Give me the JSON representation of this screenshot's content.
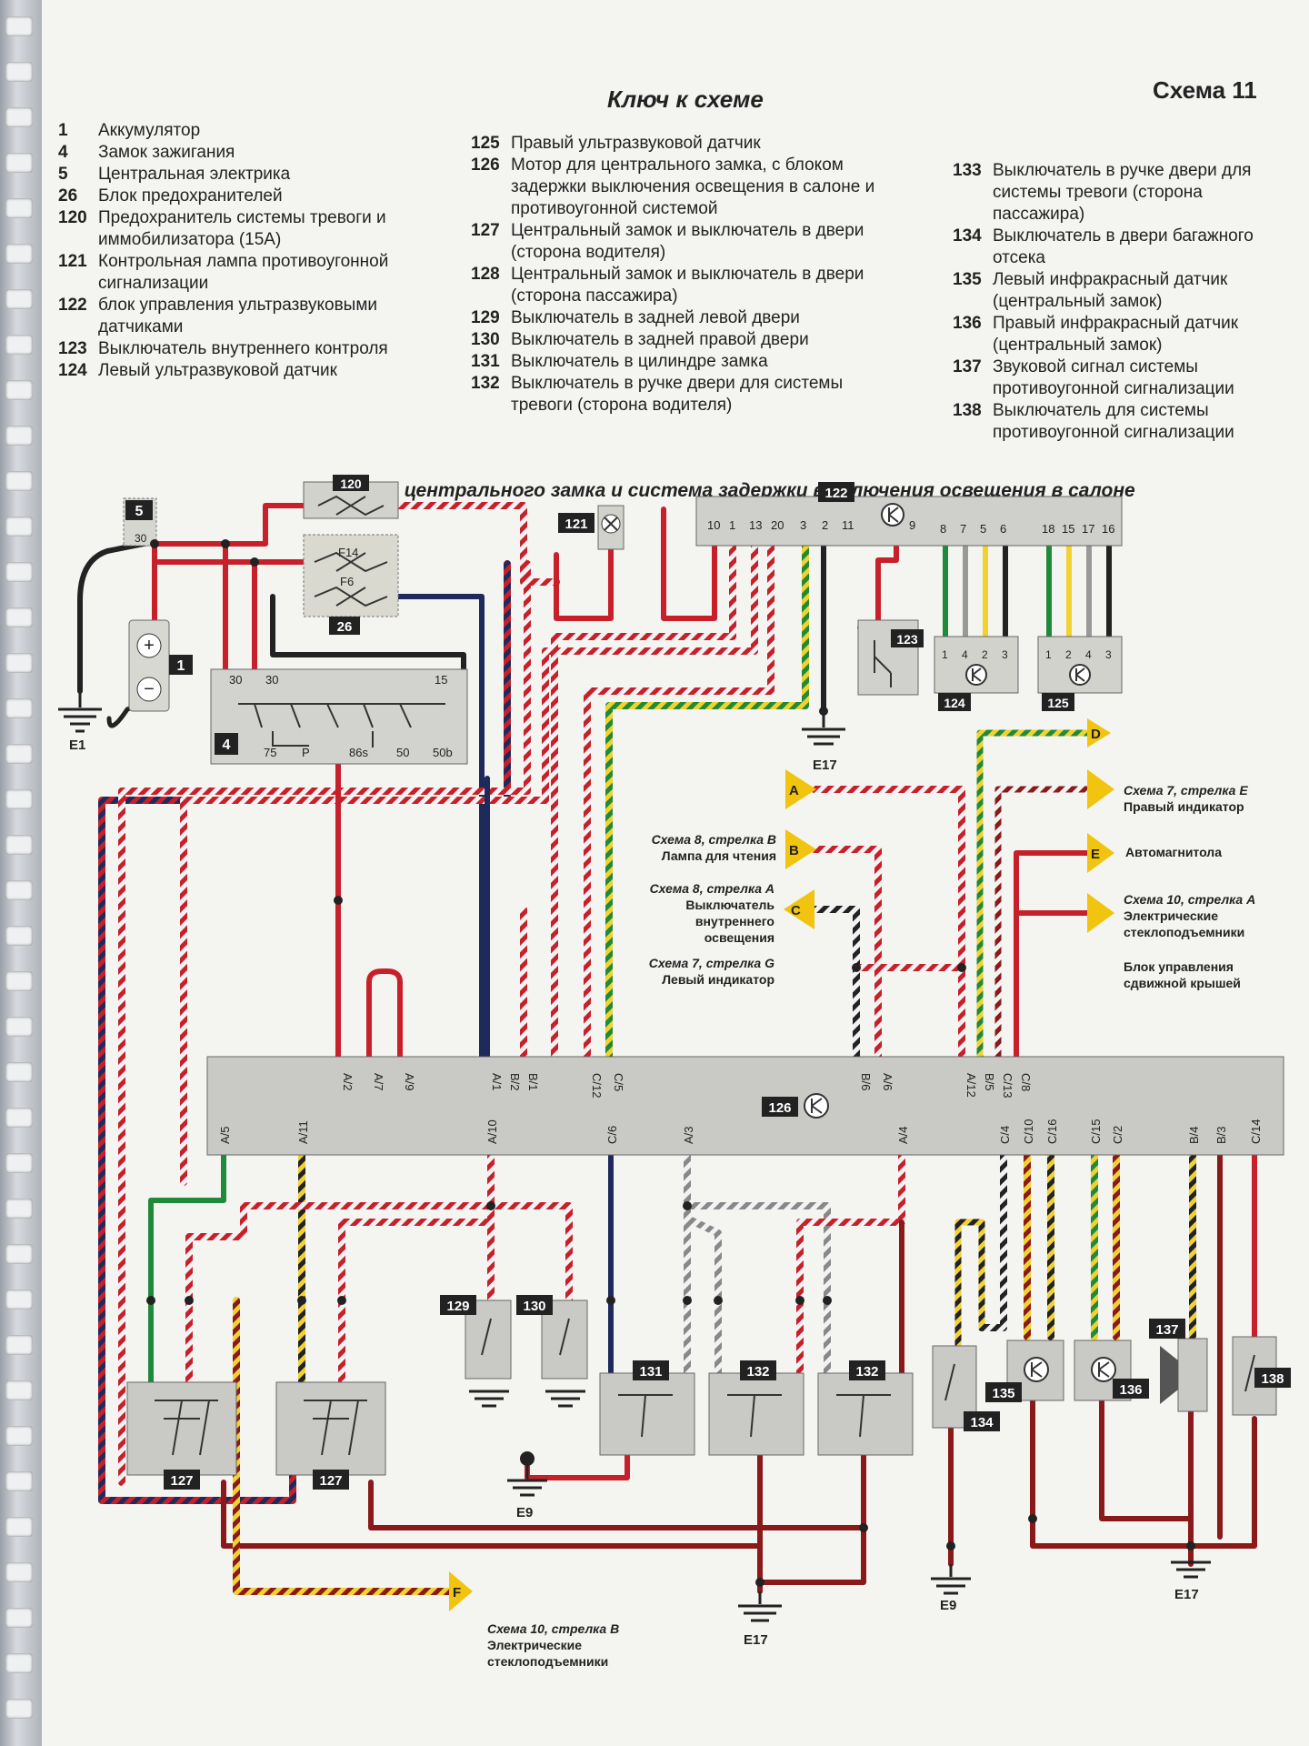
{
  "header": {
    "title": "Ключ к схеме",
    "scheme": "Схема 11"
  },
  "legend": {
    "col1": [
      {
        "num": "1",
        "text": "Аккумулятор"
      },
      {
        "num": "4",
        "text": "Замок зажигания"
      },
      {
        "num": "5",
        "text": "Центральная электрика"
      },
      {
        "num": "26",
        "text": "Блок предохранителей"
      },
      {
        "num": "120",
        "text": "Предохранитель системы тревоги и иммобилизатора (15A)"
      },
      {
        "num": "121",
        "text": "Контрольная лампа противоугонной сигнализации"
      },
      {
        "num": "122",
        "text": "блок управления ультразвуковыми датчиками"
      },
      {
        "num": "123",
        "text": "Выключатель внутреннего контроля"
      },
      {
        "num": "124",
        "text": "Левый ультразвуковой датчик"
      }
    ],
    "col2": [
      {
        "num": "125",
        "text": "Правый ультразвуковой датчик"
      },
      {
        "num": "126",
        "text": "Мотор для центрального замка, с блоком задержки выключения освещения в салоне и противоугонной системой"
      },
      {
        "num": "127",
        "text": "Центральный замок и выключатель в двери (сторона водителя)"
      },
      {
        "num": "128",
        "text": "Центральный замок и выключатель в двери (сторона пассажира)"
      },
      {
        "num": "129",
        "text": "Выключатель в задней левой двери"
      },
      {
        "num": "130",
        "text": "Выключатель в задней правой двери"
      },
      {
        "num": "131",
        "text": "Выключатель в цилиндре замка"
      },
      {
        "num": "132",
        "text": "Выключатель в ручке двери для системы тревоги (сторона водителя)"
      }
    ],
    "col3": [
      {
        "num": "133",
        "text": "Выключатель в ручке двери для системы тревоги (сторона пассажира)"
      },
      {
        "num": "134",
        "text": "Выключатель в двери багажного отсека"
      },
      {
        "num": "135",
        "text": "Левый инфракрасный датчик (центральный замок)"
      },
      {
        "num": "136",
        "text": "Правый инфракрасный датчик (центральный замок)"
      },
      {
        "num": "137",
        "text": "Звуковой сигнал системы противоугонной сигнализации"
      },
      {
        "num": "138",
        "text": "Выключатель для системы противоугонной сигнализации"
      }
    ]
  },
  "diagram": {
    "title": "Система центрального замка и система задержки выключения освещения в салоне",
    "components": {
      "c1": "1",
      "c4": "4",
      "c5": "5",
      "c26": "26",
      "c120": "120",
      "c121": "121",
      "c122": "122",
      "c123": "123",
      "c124": "124",
      "c125": "125",
      "c126": "126",
      "c127a": "127",
      "c127b": "127",
      "c129": "129",
      "c130": "130",
      "c131": "131",
      "c132a": "132",
      "c132b": "132",
      "c134": "134",
      "c135": "135",
      "c136": "136",
      "c137": "137",
      "c138": "138"
    },
    "fuses": {
      "f14": "F14",
      "f6": "F6"
    },
    "grounds": {
      "e1": "E1",
      "e17a": "E17",
      "e9a": "E9",
      "e17b": "E17",
      "e9b": "E9",
      "e17c": "E17"
    },
    "arrows": {
      "a": "A",
      "b": "B",
      "c": "C",
      "d": "D",
      "e": "E",
      "f": "F"
    },
    "annotations": {
      "scheme7e_1": "Схема 7, стрелка E",
      "scheme7e_2": "Правый индикатор",
      "radio": "Автомагнитола",
      "scheme10a_1": "Схема 10, стрелка A",
      "scheme10a_2": "Электрические",
      "scheme10a_3": "стеклоподъемники",
      "sunroof_1": "Блок управления",
      "sunroof_2": "сдвижной крышей",
      "scheme8b_1": "Схема 8, стрелка B",
      "scheme8b_2": "Лампа для чтения",
      "scheme8a_1": "Схема 8, стрелка A",
      "scheme8a_2": "Выключатель",
      "scheme8a_3": "внутреннего",
      "scheme8a_4": "освещения",
      "scheme7g_1": "Схема 7, стрелка G",
      "scheme7g_2": "Левый индикатор",
      "scheme10b_1": "Схема 10, стрелка B",
      "scheme10b_2": "Электрические",
      "scheme10b_3": "стеклоподъемники"
    },
    "ecu_top_pins": [
      "A/2",
      "A/7",
      "A/9",
      "A/1",
      "B/2",
      "B/1",
      "C/12",
      "C/5",
      "B/6",
      "A/6",
      "A/12",
      "B/5",
      "C/13",
      "C/8"
    ],
    "ecu_bottom_pins": [
      "A/5",
      "A/11",
      "A/10",
      "C/6",
      "A/3",
      "A/4",
      "C/4",
      "C/10",
      "C/16",
      "C/15",
      "C/2",
      "B/4",
      "B/3",
      "C/14"
    ],
    "unit122_pins": [
      "10",
      "1",
      "13",
      "20",
      "3",
      "2",
      "11",
      "9",
      "8",
      "7",
      "5",
      "6",
      "18",
      "15",
      "17",
      "16"
    ],
    "ign_terminals": {
      "t30a": "30",
      "t30b": "30",
      "t15": "15",
      "t75": "75",
      "tP": "P",
      "t86s": "86s",
      "t50": "50",
      "t50b": "50b",
      "t30c": "30"
    },
    "sensor_pins": {
      "p1": "1",
      "p4": "4",
      "p2": "2",
      "p3": "3"
    }
  }
}
